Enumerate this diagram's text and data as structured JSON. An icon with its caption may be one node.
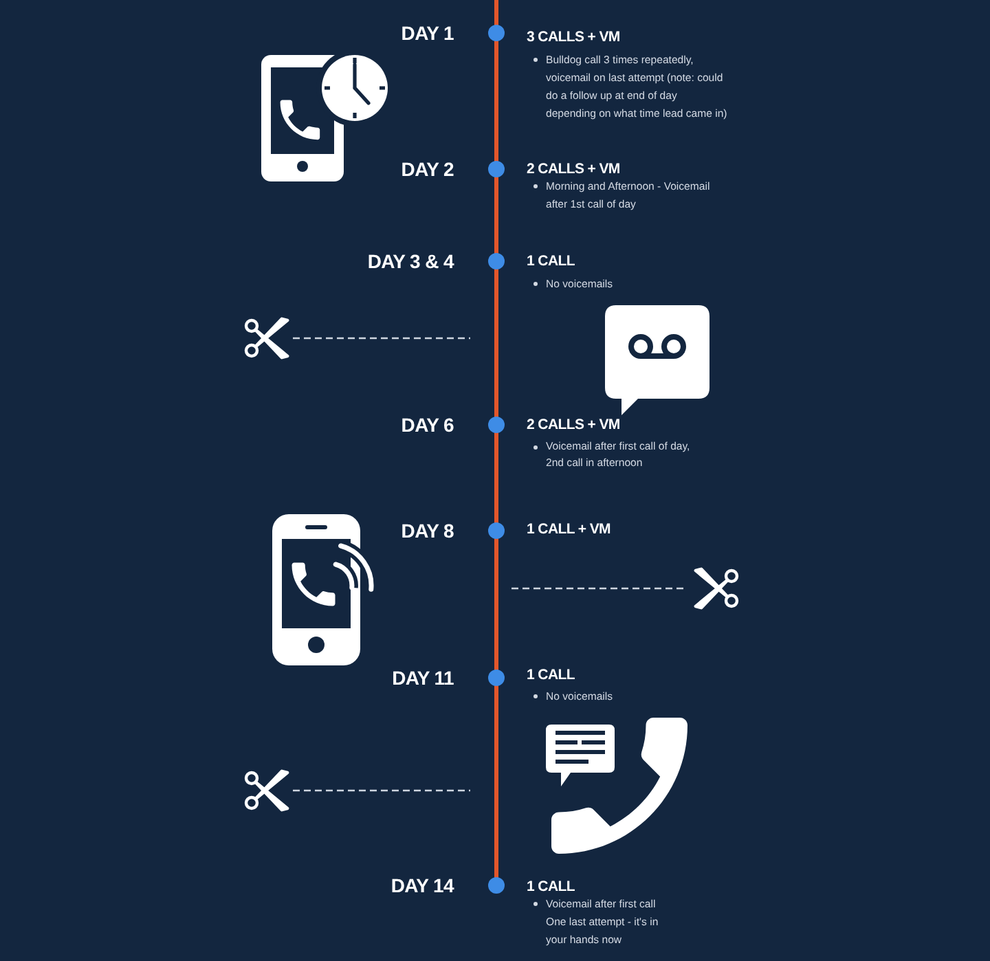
{
  "diagram": {
    "labels": [
      "DAY 1",
      "3 CALLS + VM",
      "Bulldog call 3 times repeatedly, voicemail on last attempt (note: could do a follow up at end of day depending on what time lead came in)",
      "DAY 2",
      "2 CALLS + VM",
      "Morning and Afternoon - Voicemail after 1st call of day",
      "DAY 3 & 4",
      "1 CALL",
      "No voicemails",
      "DAY 6",
      "2 CALLS + VM",
      "Voicemail after first call of day, 2nd call in afternoon",
      "DAY 8",
      "1 CALL + VM",
      "DAY 11",
      "1 CALL",
      "No voicemails",
      "DAY 14",
      "1 CALL",
      "Voicemail after first call One last attempt - it's in your hands now"
    ]
  }
}
